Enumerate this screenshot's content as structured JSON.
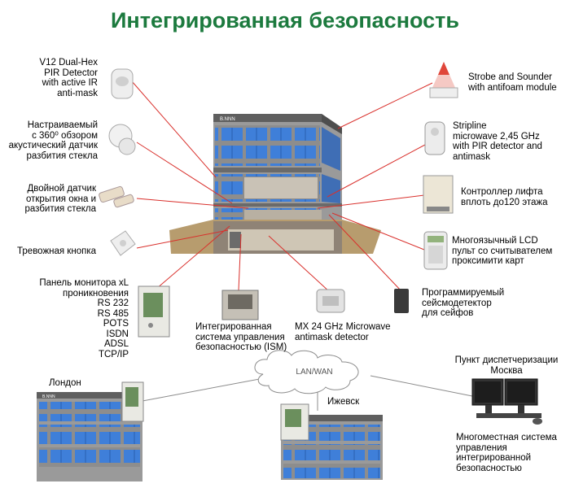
{
  "title": "Интегрированная безопасность",
  "colors": {
    "title": "#1c7a3e",
    "leader_line": "#d9302c",
    "window": "#3f7fd9",
    "facade": "#8c8c8c"
  },
  "devices_left": [
    {
      "id": "pir",
      "lines": [
        "V12 Dual-Hex",
        "PIR Detector",
        "with active IR",
        "anti-mask"
      ]
    },
    {
      "id": "acoustic",
      "lines": [
        "Настраиваемый",
        "с 360⁰ обзором",
        "акустический датчик",
        "разбития стекла"
      ]
    },
    {
      "id": "dual",
      "lines": [
        "Двойной датчик",
        "открытия окна и",
        "разбития стекла"
      ]
    },
    {
      "id": "panic",
      "lines": [
        "Тревожная кнопка"
      ]
    },
    {
      "id": "panel",
      "lines": [
        "Панель монитора xL",
        "проникновения",
        "RS 232",
        "RS 485",
        "POTS",
        "ISDN",
        "ADSL",
        "TCP/IP"
      ]
    }
  ],
  "devices_right": [
    {
      "id": "strobe",
      "lines": [
        "Strobe and Sounder",
        "with antifoam module"
      ]
    },
    {
      "id": "stripline",
      "lines": [
        "Stripline",
        "microwave 2,45 GHz",
        "with PIR detector and",
        "antimask"
      ]
    },
    {
      "id": "lift",
      "lines": [
        "Контроллер лифта",
        "вплоть до120 этажа"
      ]
    },
    {
      "id": "lcd",
      "lines": [
        "Многоязычный LCD",
        "пульт со считывателем",
        "проксимити карт"
      ]
    },
    {
      "id": "seismic",
      "lines": [
        "Программируемый",
        "сейсмодетектор",
        "для сейфов"
      ]
    }
  ],
  "devices_bottom": [
    {
      "id": "ism",
      "lines": [
        "Интегрированная",
        "система управления",
        "безопасностью (ISM)"
      ]
    },
    {
      "id": "mx",
      "lines": [
        "MX 24 GHz Microwave",
        "antimask detector"
      ]
    }
  ],
  "network": {
    "cloud": "LAN/WAN",
    "london": "Лондон",
    "izhevsk": "Ижевск",
    "dispatch": [
      "Пункт диспетчеризации",
      "Москва"
    ],
    "multi": [
      "Многоместная система",
      "управления",
      "интегрированной",
      "безопасностью"
    ]
  },
  "icons": [
    "pir-detector-icon",
    "acoustic-sensor-icon",
    "dual-sensor-icon",
    "panic-button-icon",
    "panel-cabinet-icon",
    "strobe-icon",
    "stripline-icon",
    "lift-controller-icon",
    "lcd-keypad-icon",
    "seismic-detector-icon",
    "ism-icon",
    "mx-detector-icon",
    "monitors-icon",
    "cloud-icon"
  ]
}
